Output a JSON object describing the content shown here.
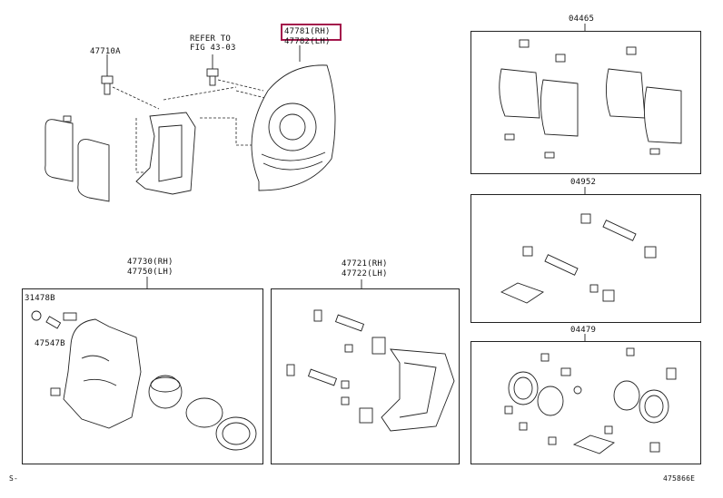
{
  "diagram": {
    "title": "Front brake caliper and disc brake pad parts diagram",
    "highlight_color": "#a3164b",
    "labels": {
      "bolt_top": "47710A",
      "refer_line1": "REFER TO",
      "refer_line2": "FIG 43-03",
      "dust_cover_rh": "47781(RH)",
      "dust_cover_lh": "47782(LH)",
      "caliper_rh": "47730(RH)",
      "caliper_lh": "47750(LH)",
      "cap": "31478B",
      "bleeder": "47547B",
      "mounting_rh": "47721(RH)",
      "mounting_lh": "47722(LH)",
      "pad_kit": "04465",
      "support_kit": "04952",
      "cylinder_kit": "04479",
      "footer_left": "S-",
      "footer_right": "475866E"
    },
    "highlighted_part": "47781(RH)"
  }
}
